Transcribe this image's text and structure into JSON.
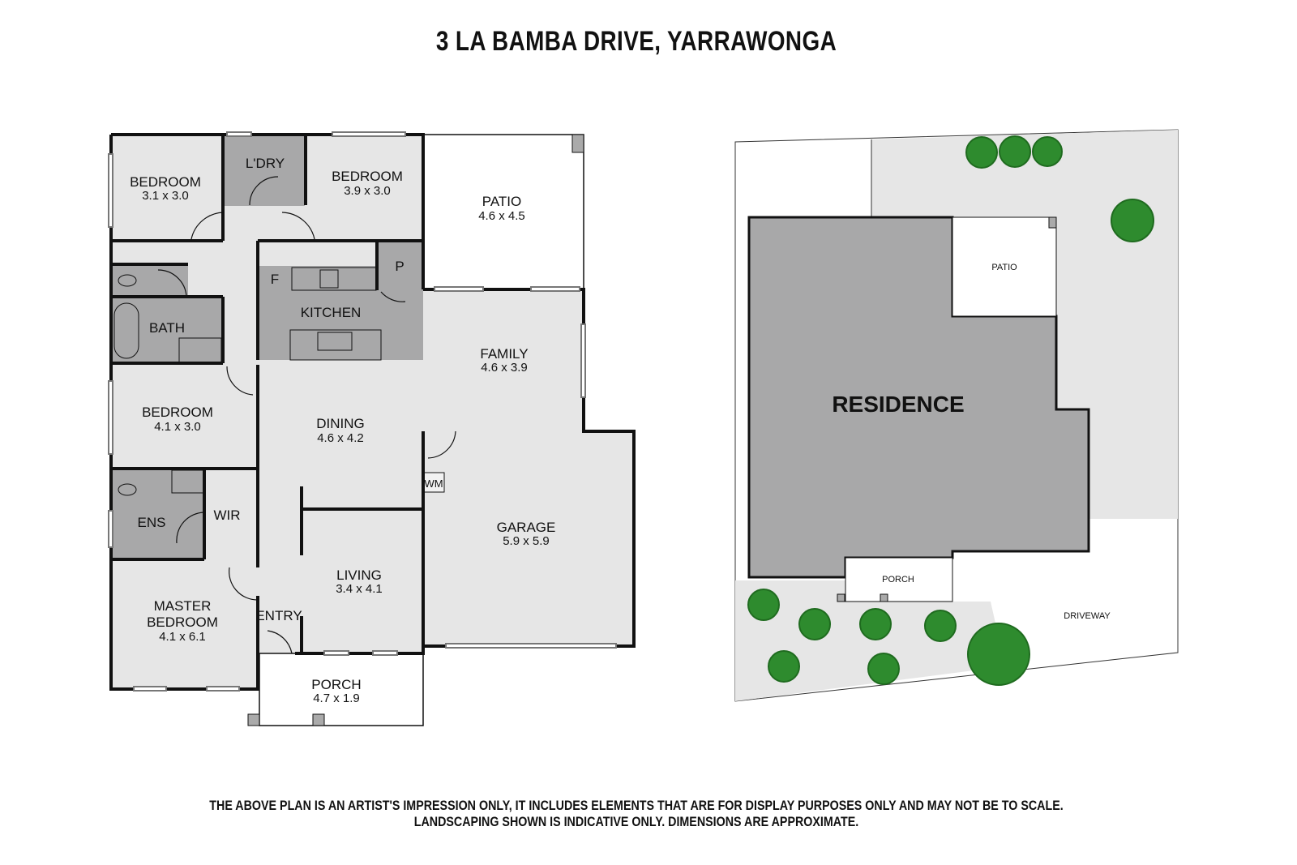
{
  "title": "3 LA BAMBA DRIVE, YARRAWONGA",
  "floor_plan": {
    "rooms": [
      {
        "name": "BEDROOM",
        "dims": "3.1 x 3.0"
      },
      {
        "name": "L'DRY",
        "dims": ""
      },
      {
        "name": "BEDROOM",
        "dims": "3.9 x 3.0"
      },
      {
        "name": "PATIO",
        "dims": "4.6 x 4.5"
      },
      {
        "name": "F",
        "dims": ""
      },
      {
        "name": "P",
        "dims": ""
      },
      {
        "name": "KITCHEN",
        "dims": ""
      },
      {
        "name": "BATH",
        "dims": ""
      },
      {
        "name": "FAMILY",
        "dims": "4.6 x 3.9"
      },
      {
        "name": "BEDROOM",
        "dims": "4.1 x 3.0"
      },
      {
        "name": "DINING",
        "dims": "4.6 x 4.2"
      },
      {
        "name": "WM",
        "dims": ""
      },
      {
        "name": "ENS",
        "dims": ""
      },
      {
        "name": "WIR",
        "dims": ""
      },
      {
        "name": "GARAGE",
        "dims": "5.9 x 5.9"
      },
      {
        "name": "LIVING",
        "dims": "3.4 x 4.1"
      },
      {
        "name": "MASTER",
        "name2": "BEDROOM",
        "dims": "4.1 x 6.1"
      },
      {
        "name": "ENTRY",
        "dims": ""
      },
      {
        "name": "PORCH",
        "dims": "4.7 x 1.9"
      }
    ]
  },
  "site_plan": {
    "residence": "RESIDENCE",
    "patio": "PATIO",
    "porch": "PORCH",
    "driveway": "DRIVEWAY"
  },
  "footer": {
    "line1": "THE ABOVE PLAN IS AN ARTIST'S IMPRESSION ONLY, IT INCLUDES ELEMENTS THAT ARE FOR DISPLAY PURPOSES ONLY AND MAY NOT BE TO SCALE.",
    "line2": "LANDSCAPING SHOWN IS INDICATIVE ONLY. DIMENSIONS ARE APPROXIMATE."
  },
  "colors": {
    "wet_area": "#a8a8a9",
    "room": "#e6e6e6",
    "wall": "#111111",
    "tree": "#2e8b2e",
    "tree_dark": "#1f6b1f"
  }
}
